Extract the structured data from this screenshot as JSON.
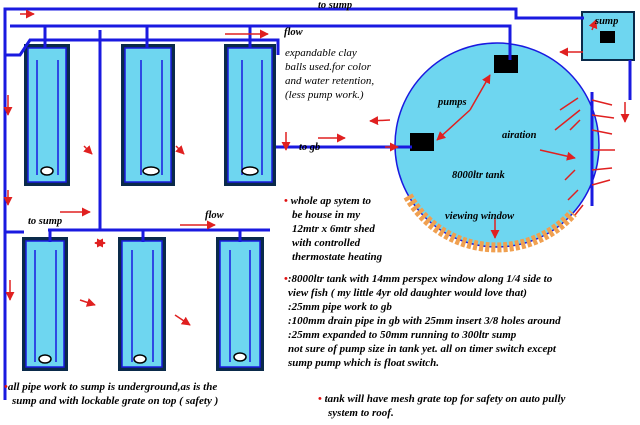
{
  "labels": {
    "to_sump_top": "to sump",
    "flow_top": "flow",
    "sump": "sump",
    "to_gb": "to gb",
    "to_sump_mid": "to sump",
    "flow_mid": "flow",
    "pumps": "pumps",
    "airation": "airation",
    "tank": "8000ltr tank",
    "viewing_window": "viewing window"
  },
  "notes": {
    "clay": [
      "expandable clay",
      "balls used.for color",
      "and water retention,",
      "(less pump work.)"
    ],
    "shed": [
      "whole ap sytem to",
      "be house in my",
      "12mtr x 6mtr shed",
      "with controlled",
      "thermostate heating"
    ],
    "specs": [
      ":8000ltr tank with 14mm perspex window along 1/4 side to",
      "view fish ( my little 4yr old daughter would love that)",
      ":25mm pipe work to gb",
      ":100mm drain pipe in gb with 25mm insert 3/8 holes around",
      ":25mm expanded to 50mm running to 300ltr sump",
      "not sure of pump size in tank yet. all on timer switch except",
      "sump pump which is float switch."
    ],
    "underground": [
      "all pipe work to sump is underground,as is the",
      "sump and with lockable grate on top ( safety )"
    ],
    "mesh": [
      "tank will have mesh grate top for safety on auto pully",
      "system to roof."
    ]
  },
  "colors": {
    "pipe": "#1a1ae0",
    "tank_fill": "#6ed6f0",
    "tank_frame": "#0a3a6a",
    "arrow": "#e02020",
    "window": "#f0a050",
    "bullet": "#e01010"
  }
}
